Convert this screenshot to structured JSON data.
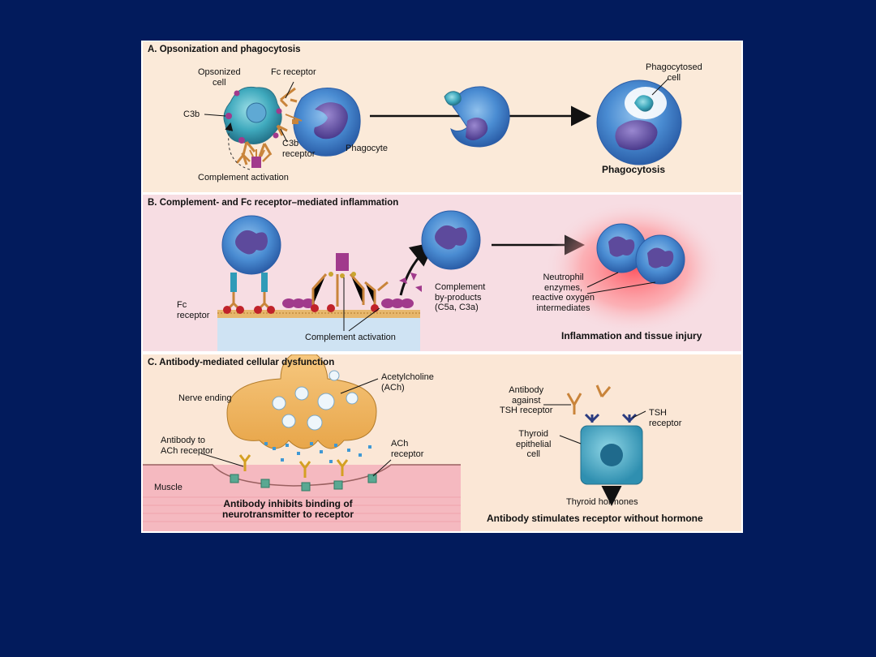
{
  "panel_a": {
    "title": "A. Opsonization and phagocytosis",
    "opsonized_cell": "Opsonized\ncell",
    "fc_receptor": "Fc receptor",
    "c3b": "C3b",
    "c3b_receptor": "C3b\nreceptor",
    "phagocyte": "Phagocyte",
    "complement_activation": "Complement activation",
    "phagocytosed_cell": "Phagocytosed\ncell",
    "phagocytosis": "Phagocytosis"
  },
  "panel_b": {
    "title": "B. Complement- and Fc receptor–mediated inflammation",
    "fc_receptor": "Fc\nreceptor",
    "complement_byproducts": "Complement\nby-products\n(C5a, C3a)",
    "complement_activation": "Complement activation",
    "neutrophil_enzymes": "Neutrophil\nenzymes,\nreactive oxygen\nintermediates",
    "outcome": "Inflammation and tissue injury"
  },
  "panel_c": {
    "title": "C. Antibody-mediated cellular dysfunction",
    "nerve_ending": "Nerve ending",
    "acetylcholine": "Acetylcholine\n(ACh)",
    "antibody_to_ach": "Antibody to\nACh receptor",
    "ach_receptor": "ACh\nreceptor",
    "muscle": "Muscle",
    "outcome_left": "Antibody inhibits binding of\nneurotransmitter to receptor",
    "antibody_tsh": "Antibody\nagainst\nTSH receptor",
    "tsh_receptor": "TSH\nreceptor",
    "thyroid_cell": "Thyroid\nepithelial\ncell",
    "thyroid_hormones": "Thyroid hormones",
    "outcome_right": "Antibody stimulates receptor without hormone"
  },
  "colors": {
    "slide_background": "#021b5c",
    "panel_a_bg": "#fbead9",
    "panel_b_bg": "#f7dde3",
    "panel_c_bg": "#fbe7d6",
    "cell_blue": "#3f7fc6",
    "nucleus_purple": "#5d4a9c",
    "antibody_orange": "#c9843a",
    "complement_magenta": "#a13a8c"
  }
}
